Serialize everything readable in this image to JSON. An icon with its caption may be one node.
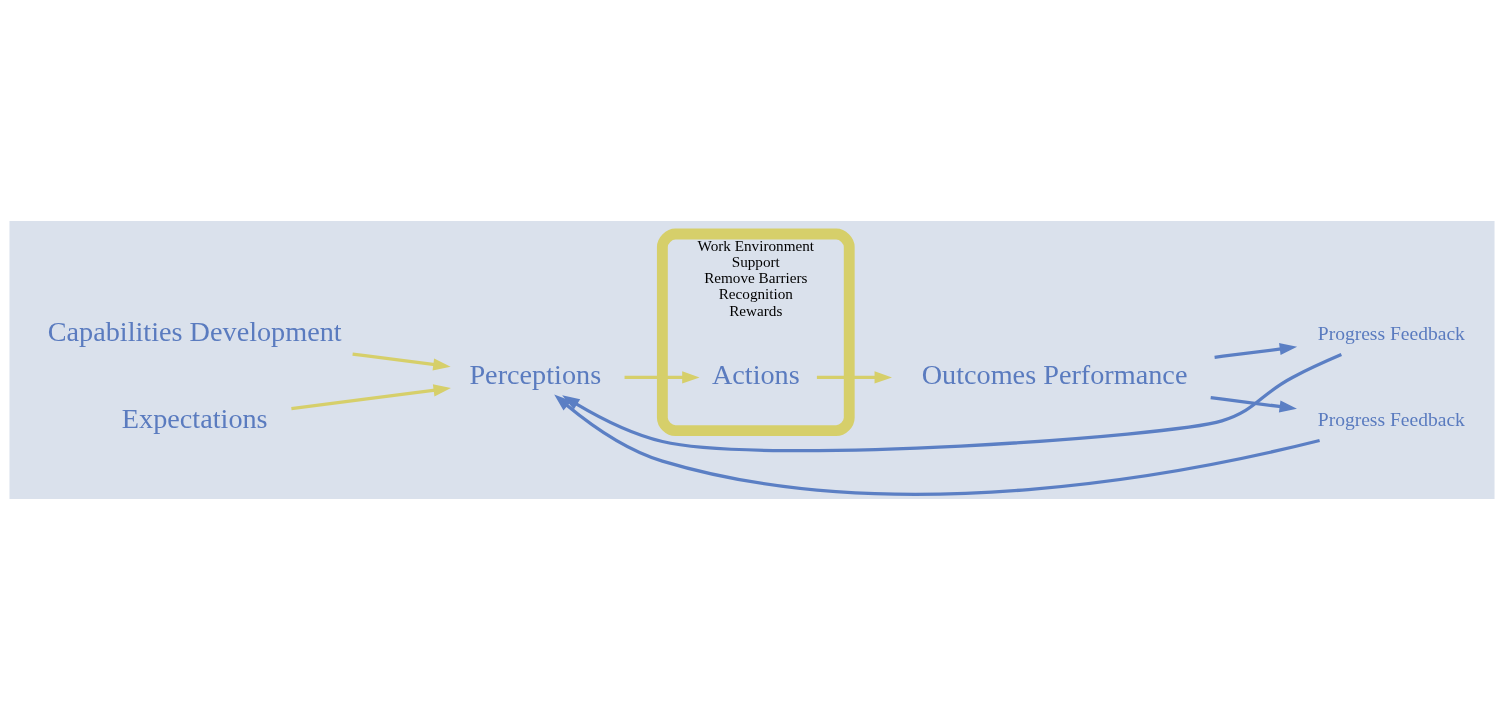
{
  "diagram": {
    "nodes": [
      {
        "text": [
          "Capabilities Development"
        ]
      },
      {
        "text": [
          "Expectations"
        ]
      },
      {
        "text": [
          "Perceptions"
        ]
      },
      {
        "text": [
          "Work Environment",
          "Support",
          "Remove Barriers",
          "Recognition",
          "Rewards"
        ]
      },
      {
        "text": [
          "Actions"
        ],
        "in": 3
      },
      {
        "text": [
          "Outcomes Performance"
        ]
      },
      {
        "text": [
          "Progress Feedback"
        ]
      },
      {
        "text": [
          "Progress Feedback"
        ]
      }
    ],
    "edges": [
      {
        "from": 0,
        "to": 2,
        "arrow": "to"
      },
      {
        "from": 1,
        "to": 2,
        "arrow": "to"
      },
      {
        "from": 2,
        "to": 4,
        "arrow": "to"
      },
      {
        "from": 4,
        "to": 5,
        "arrow": "to"
      },
      {
        "from": 5,
        "to": 6,
        "arrow": "to",
        "color": "#5b7fc4"
      },
      {
        "from": 6,
        "to": 2,
        "arrow": "to",
        "color": "#5b7fc4"
      },
      {
        "from": 5,
        "to": 7,
        "arrow": "to",
        "color": "#5b7fc4"
      },
      {
        "from": 7,
        "to": 2,
        "arrow": "to",
        "color": "#5b7fc4"
      }
    ]
  }
}
